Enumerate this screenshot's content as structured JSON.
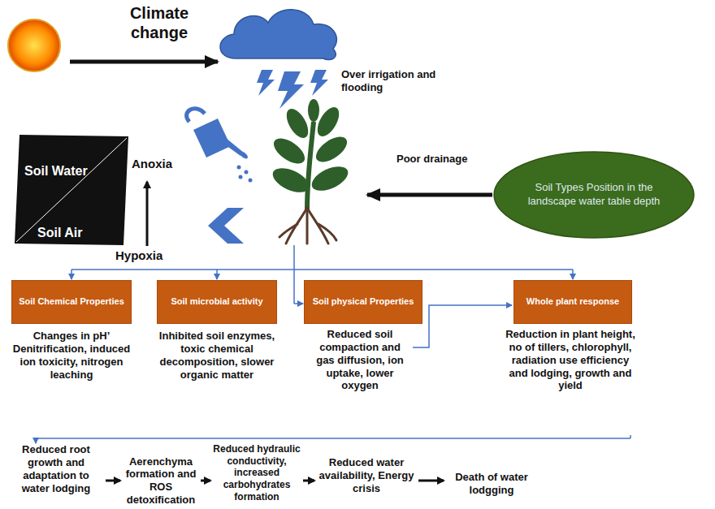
{
  "diagram": {
    "nodes": [
      {
        "text": [
          "Soil Water",
          "Soil Air"
        ]
      },
      {
        "text": [
          "Soil Types Position in the landscape water table depth"
        ]
      },
      {
        "text": [
          "Soil Chemical Properties"
        ]
      },
      {
        "text": [
          "Soil microbial activity"
        ]
      },
      {
        "text": [
          "Soil physical Properties"
        ]
      },
      {
        "text": [
          "Whole plant response"
        ]
      }
    ],
    "labels": [
      "Climate change",
      "Over irrigation and flooding",
      "Anoxia",
      "Hypoxia",
      "Poor drainage",
      "Changes in pH’ Denitrification, induced ion toxicity, nitrogen leaching",
      "Inhibited soil enzymes, toxic chemical decomposition, slower organic matter",
      "Reduced soil compaction and gas diffusion, ion uptake, lower oxygen",
      "Reduction in plant height, no of tillers, chlorophyll, radiation use efficiency and lodging, growth and yield",
      "Reduced root growth and adaptation to water lodging",
      "Aerenchyma formation and ROS detoxification",
      "Reduced hydraulic conductivity, increased carbohydrates formation",
      "Reduced water availability, Energy crisis",
      "Death of water lodgging"
    ]
  }
}
